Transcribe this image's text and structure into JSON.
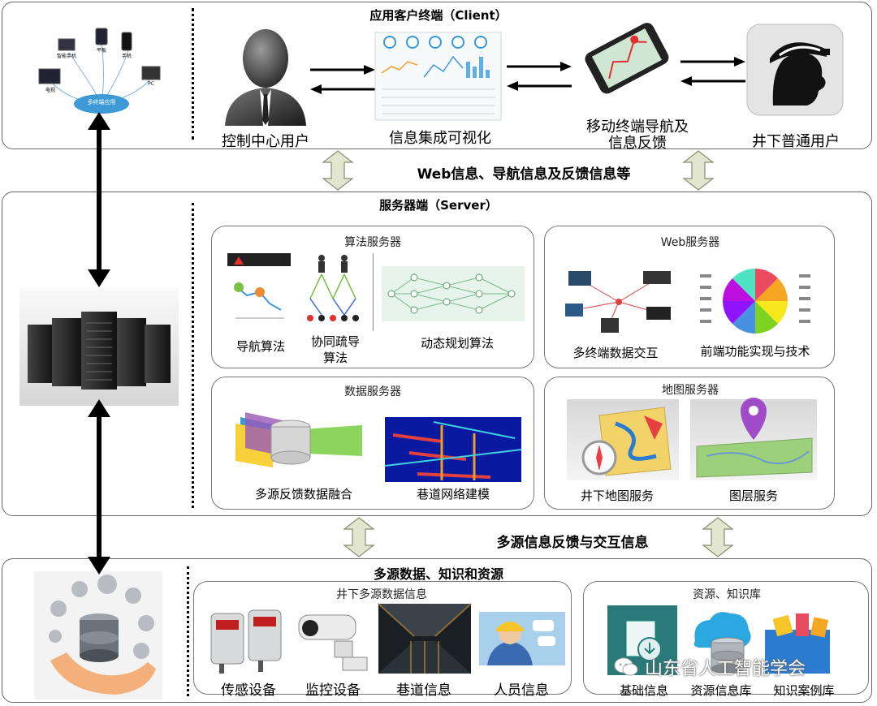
{
  "client": {
    "title": "应用客户终端（Client）",
    "labels": {
      "control_user": "控制中心用户",
      "visualization": "信息集成可视化",
      "mobile_nav_line1": "移动终端导航及",
      "mobile_nav_line2": "信息反馈",
      "underground_user": "井下普通用户"
    },
    "devices_hub_label": "多终端应用",
    "device_labels": [
      "电视",
      "智能手机",
      "平板",
      "手机",
      "PC"
    ]
  },
  "link_client_server": "Web信息、导航信息及反馈信息等",
  "server": {
    "title": "服务器端（Server）",
    "algorithm": {
      "title": "算法服务器",
      "items": [
        "导航算法",
        "协同疏导",
        "算法",
        "动态规划算法"
      ]
    },
    "web": {
      "title": "Web服务器",
      "items": [
        "多终端数据交互",
        "前端功能实现与技术"
      ]
    },
    "data": {
      "title": "数据服务器",
      "items": [
        "多源反馈数据融合",
        "巷道网络建模"
      ]
    },
    "map": {
      "title": "地图服务器",
      "items": [
        "井下地图服务",
        "图层服务"
      ]
    }
  },
  "link_server_data": "多源信息反馈与交互信息",
  "data_layer": {
    "title": "多源数据、知识和资源",
    "underground": {
      "title": "井下多源数据信息",
      "items": [
        "传感设备",
        "监控设备",
        "巷道信息",
        "人员信息"
      ]
    },
    "knowledge": {
      "title": "资源、知识库",
      "items": [
        "基础信息",
        "资源信息库",
        "知识案例库"
      ]
    }
  },
  "watermark": "山东省人工智能学会",
  "colors": {
    "border": "#666666",
    "double_arrow_fill": "#e3e6cf",
    "double_arrow_stroke": "#8a8a72",
    "hub_blue": "#3d9ad6"
  }
}
